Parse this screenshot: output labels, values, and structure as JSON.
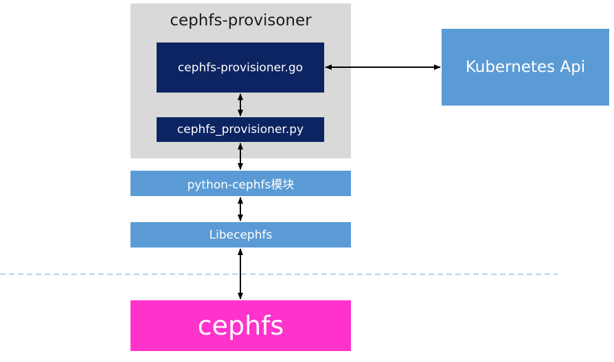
{
  "diagram": {
    "container_title": "cephfs-provisoner",
    "go_box": "cephfs-provisioner.go",
    "py_box": "cephfs_provisioner.py",
    "k8s_box": "Kubernetes Api",
    "python_module_box": "python-cephfs模块",
    "libcephfs_box": "Libecephfs",
    "cephfs_box": "cephfs"
  },
  "colors": {
    "container_bg": "#d9d9d9",
    "dark_navy": "#0c2461",
    "light_blue": "#5b9bd5",
    "magenta": "#ff33cc",
    "dashed_line": "#9dc3e6",
    "arrow": "#000000"
  }
}
